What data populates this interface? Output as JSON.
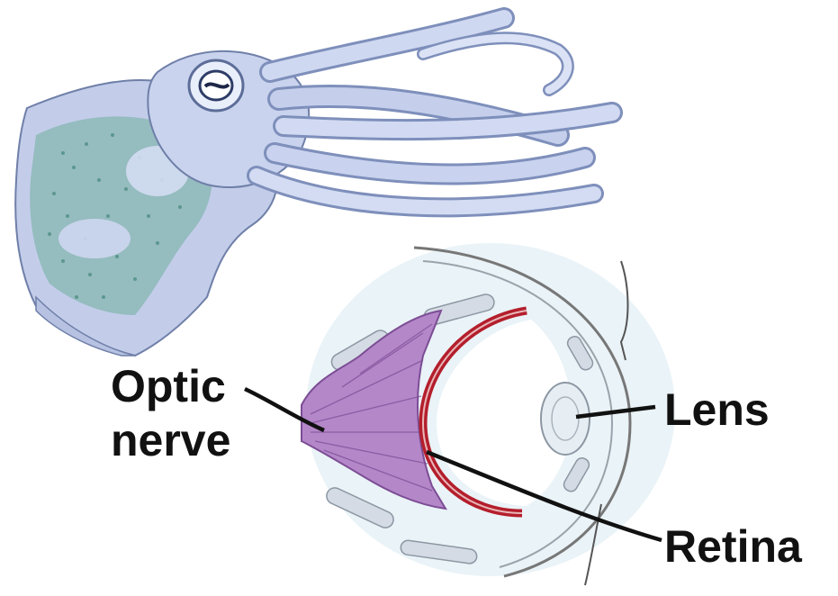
{
  "labels": {
    "optic_line1": "Optic",
    "optic_line2": "nerve",
    "lens": "Lens",
    "retina": "Retina"
  },
  "colors": {
    "background": "#ffffff",
    "squid_body": "#bcc8e6",
    "squid_outline": "#6f7fa8",
    "squid_speckle": "#4f9a86",
    "eye_fluid": "#e6f1f6",
    "optic_nerve": "#b487c9",
    "retina": "#b41e2c",
    "lens": "#e7eef3",
    "leader_line": "#111111"
  },
  "icons": [
    "squid-illustration",
    "eye-cross-section"
  ]
}
